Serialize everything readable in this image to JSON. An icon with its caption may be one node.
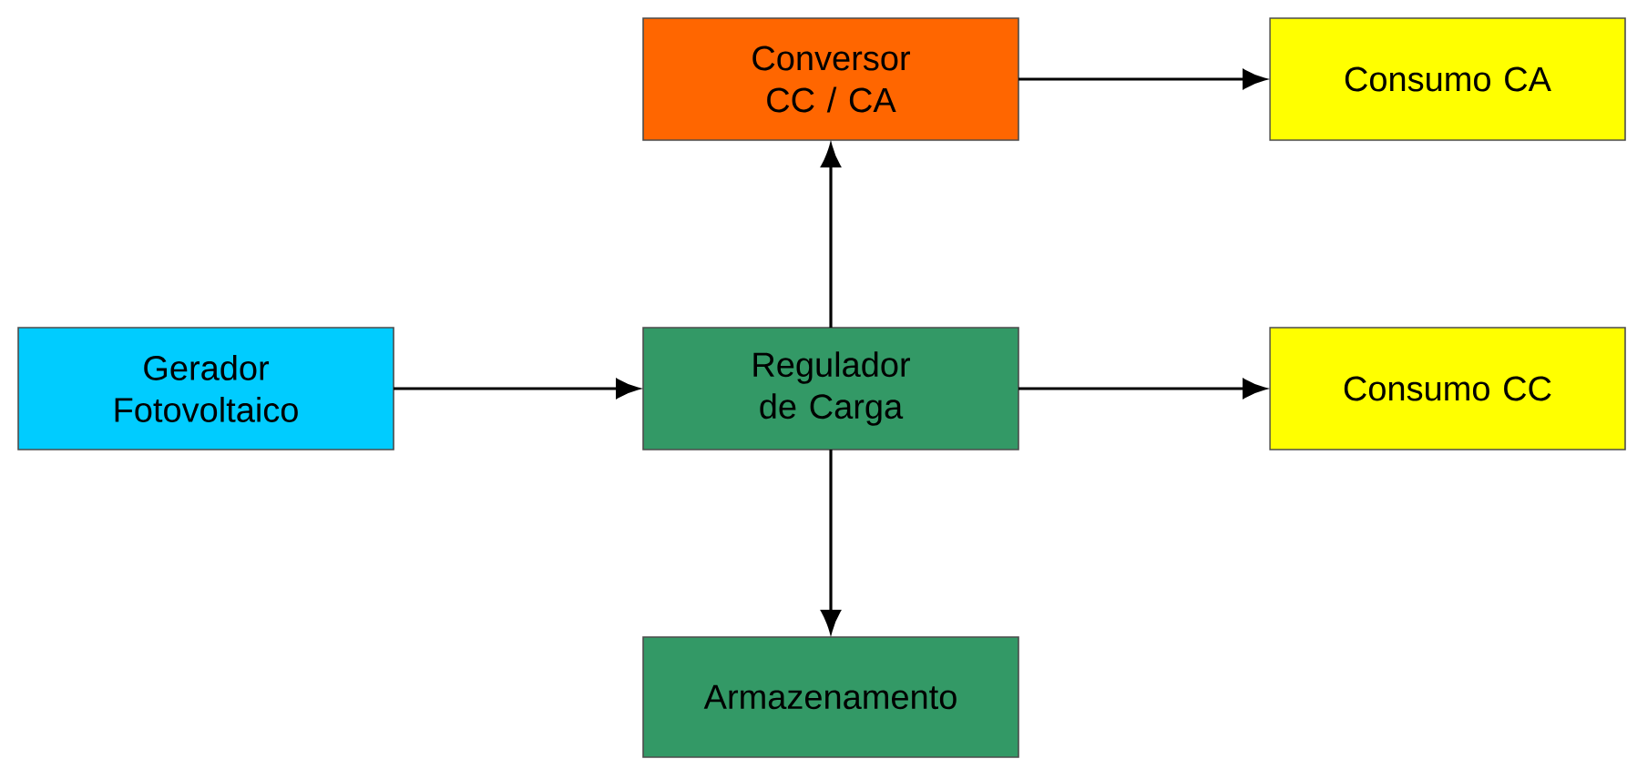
{
  "diagram": {
    "nodes": [
      {
        "text": [
          "Conversor CC / CA"
        ]
      },
      {
        "text": [
          "Consumo CA"
        ]
      },
      {
        "text": [
          "Gerador Fotovoltaico"
        ]
      },
      {
        "text": [
          "Regulador de Carga"
        ]
      },
      {
        "text": [
          "Consumo CC"
        ]
      },
      {
        "text": [
          "Armazenamento"
        ]
      }
    ],
    "edges": [
      {
        "from": 2,
        "to": 3,
        "arrow": "to"
      },
      {
        "from": 3,
        "to": 0,
        "arrow": "to"
      },
      {
        "from": 0,
        "to": 1,
        "arrow": "to"
      },
      {
        "from": 3,
        "to": 4,
        "arrow": "to"
      },
      {
        "from": 3,
        "to": 5,
        "arrow": "to"
      }
    ]
  }
}
